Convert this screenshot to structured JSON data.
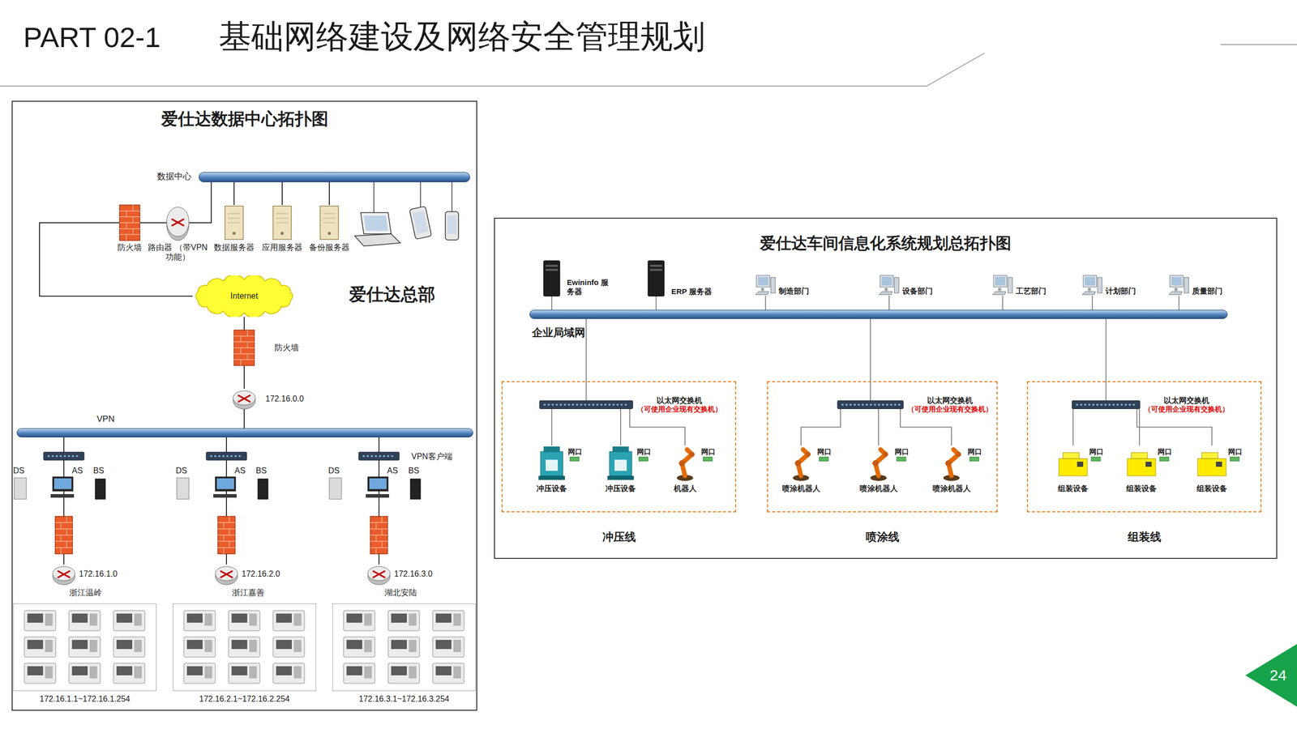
{
  "diagram": {
    "title": "基础网络建设及网络安全管理规划",
    "nodes": [
      {
        "text": [
          "爱仕达数据中心拓扑图"
        ]
      },
      {
        "text": [
          "数据中心"
        ],
        "in": 0
      },
      {
        "text": [
          "防火墙"
        ],
        "in": 0
      },
      {
        "text": [
          "路由器 （带VPN功能）"
        ],
        "in": 0
      },
      {
        "text": [
          "数据服务器"
        ],
        "in": 0
      },
      {
        "text": [
          "应用服务器"
        ],
        "in": 0
      },
      {
        "text": [
          "备份服务器"
        ],
        "in": 0
      },
      {
        "text": [
          "Internet"
        ],
        "in": 0
      },
      {
        "text": [
          "防火墙"
        ],
        "in": 0
      },
      {
        "text": [
          "172.16.0.0"
        ],
        "in": 0
      },
      {
        "text": [
          "VPN"
        ],
        "in": 0
      },
      {
        "text": [
          "172.16.1.0",
          "浙江温岭"
        ],
        "in": 0
      },
      {
        "text": [
          "172.16.1.1~172.16.1.254"
        ],
        "in": 0
      },
      {
        "text": [
          "172.16.2.0",
          "浙江嘉善"
        ],
        "in": 0
      },
      {
        "text": [
          "172.16.2.1~172.16.2.254"
        ],
        "in": 0
      },
      {
        "text": [
          "172.16.3.0",
          "湖北安陆"
        ],
        "in": 0
      },
      {
        "text": [
          "172.16.3.1~172.16.3.254"
        ],
        "in": 0
      },
      {
        "text": [
          "爱仕达车间信息化系统规划总拓扑图"
        ]
      },
      {
        "text": [
          "Ewininfo 服务器"
        ],
        "in": 17
      },
      {
        "text": [
          "ERP 服务器"
        ],
        "in": 17
      },
      {
        "text": [
          "制造部门"
        ],
        "in": 17
      },
      {
        "text": [
          "设备部门"
        ],
        "in": 17
      },
      {
        "text": [
          "工艺部门"
        ],
        "in": 17
      },
      {
        "text": [
          "计划部门"
        ],
        "in": 17
      },
      {
        "text": [
          "质量部门"
        ],
        "in": 17
      },
      {
        "text": [
          "企业局域网"
        ],
        "in": 17
      },
      {
        "text": [
          "冲压线"
        ],
        "in": 17
      },
      {
        "text": [
          "以太网交换机",
          "（可使用企业现有交换机）"
        ],
        "in": 26
      },
      {
        "text": [
          "网口",
          "冲压设备"
        ],
        "in": 26
      },
      {
        "text": [
          "网口",
          "冲压设备"
        ],
        "in": 26
      },
      {
        "text": [
          "网口",
          "机器人"
        ],
        "in": 26
      },
      {
        "text": [
          "喷涂线"
        ],
        "in": 17
      },
      {
        "text": [
          "以太网交换机",
          "（可使用企业现有交换机）"
        ],
        "in": 31
      },
      {
        "text": [
          "网口",
          "喷涂机器人"
        ],
        "in": 31
      },
      {
        "text": [
          "网口",
          "喷涂机器人"
        ],
        "in": 31
      },
      {
        "text": [
          "网口",
          "喷涂机器人"
        ],
        "in": 31
      },
      {
        "text": [
          "组装线"
        ],
        "in": 17
      },
      {
        "text": [
          "以太网交换机",
          "（可使用企业现有交换机）"
        ],
        "in": 36
      },
      {
        "text": [
          "网口",
          "组装设备"
        ],
        "in": 36
      },
      {
        "text": [
          "网口",
          "组装设备"
        ],
        "in": 36
      },
      {
        "text": [
          "网口",
          "组装设备"
        ],
        "in": 36
      }
    ],
    "edges": [
      {
        "from": 2,
        "to": 7,
        "arrow": "none"
      },
      {
        "from": 2,
        "to": 3,
        "arrow": "none"
      },
      {
        "from": 3,
        "to": 1,
        "arrow": "none"
      },
      {
        "from": 1,
        "to": 4,
        "arrow": "none"
      },
      {
        "from": 1,
        "to": 5,
        "arrow": "none"
      },
      {
        "from": 1,
        "to": 6,
        "arrow": "none"
      },
      {
        "from": 7,
        "to": 8,
        "arrow": "none"
      },
      {
        "from": 8,
        "to": 9,
        "arrow": "none"
      },
      {
        "from": 9,
        "to": 10,
        "arrow": "none"
      },
      {
        "from": 10,
        "to": 11,
        "arrow": "none"
      },
      {
        "from": 10,
        "to": 13,
        "arrow": "none"
      },
      {
        "from": 10,
        "to": 15,
        "arrow": "none"
      },
      {
        "from": 18,
        "to": 25,
        "arrow": "none"
      },
      {
        "from": 19,
        "to": 25,
        "arrow": "none"
      },
      {
        "from": 20,
        "to": 25,
        "arrow": "none"
      },
      {
        "from": 21,
        "to": 25,
        "arrow": "none"
      },
      {
        "from": 22,
        "to": 25,
        "arrow": "none"
      },
      {
        "from": 23,
        "to": 25,
        "arrow": "none"
      },
      {
        "from": 24,
        "to": 25,
        "arrow": "none"
      },
      {
        "from": 25,
        "to": 27,
        "arrow": "none"
      },
      {
        "from": 25,
        "to": 32,
        "arrow": "none"
      },
      {
        "from": 25,
        "to": 37,
        "arrow": "none"
      },
      {
        "from": 27,
        "to": 28,
        "arrow": "none"
      },
      {
        "from": 27,
        "to": 29,
        "arrow": "none"
      },
      {
        "from": 27,
        "to": 30,
        "arrow": "none"
      },
      {
        "from": 32,
        "to": 33,
        "arrow": "none"
      },
      {
        "from": 32,
        "to": 34,
        "arrow": "none"
      },
      {
        "from": 32,
        "to": 35,
        "arrow": "none"
      },
      {
        "from": 37,
        "to": 38,
        "arrow": "none"
      },
      {
        "from": 37,
        "to": 39,
        "arrow": "none"
      },
      {
        "from": 37,
        "to": 40,
        "arrow": "none"
      }
    ],
    "labels": [
      "PART 02-1",
      "爱仕达总部",
      "DS",
      "AS",
      "BS",
      "DS",
      "AS",
      "BS",
      "DS",
      "AS",
      "BS",
      "VPN客户端",
      "24"
    ]
  }
}
